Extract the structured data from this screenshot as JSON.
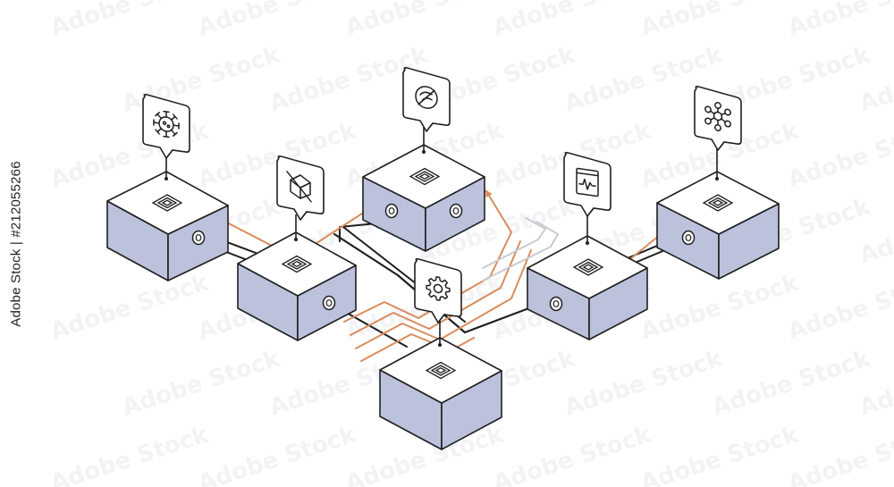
{
  "watermark": {
    "side_text": "Adobe Stock | #212055266",
    "pattern_text": "Adobe Stock"
  },
  "colors": {
    "block_side": "#bcc2dc",
    "block_top": "#ffffff",
    "outline": "#1f1f1f",
    "link_black": "#1f1f1f",
    "link_orange": "#d98c5a",
    "link_gray": "#c9cbd3"
  },
  "nodes": [
    {
      "id": "node-1",
      "icon": "virus-icon"
    },
    {
      "id": "node-2",
      "icon": "data-cube-icon"
    },
    {
      "id": "node-3",
      "icon": "no-signal-icon"
    },
    {
      "id": "node-4",
      "icon": "gear-icon"
    },
    {
      "id": "node-5",
      "icon": "monitor-waveform-icon"
    },
    {
      "id": "node-6",
      "icon": "network-hub-icon"
    }
  ]
}
